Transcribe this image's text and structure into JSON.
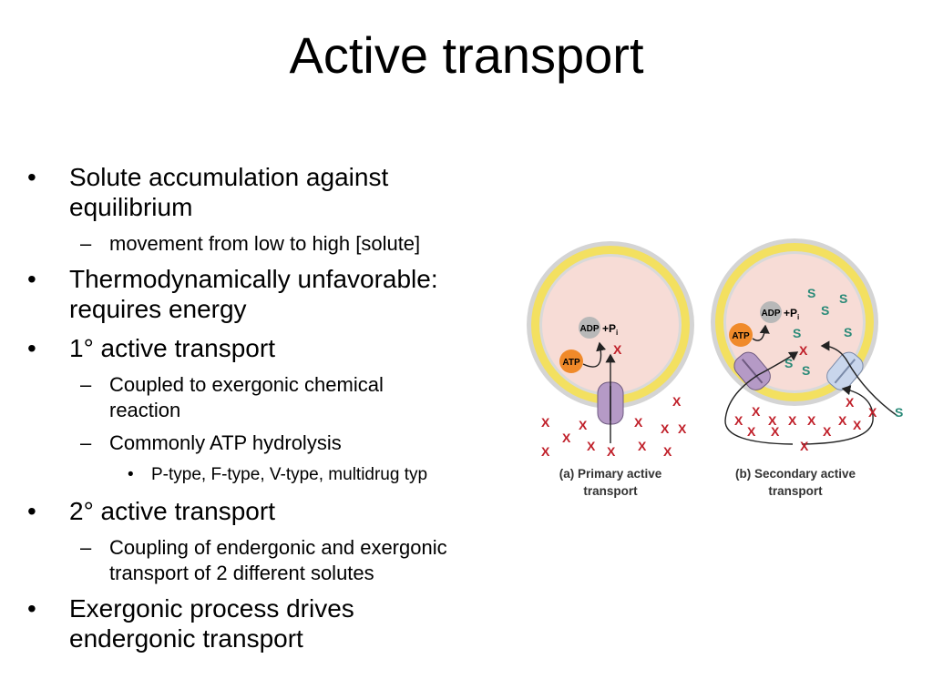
{
  "slide": {
    "title": "Active transport",
    "bullets": [
      {
        "level": 1,
        "text": "Solute accumulation against equilibrium",
        "lines": [
          "Solute accumulation against",
          "equilibrium"
        ]
      },
      {
        "level": 2,
        "text": "movement from low to high [solute]",
        "lines": [
          "movement from low to high [solute]"
        ]
      },
      {
        "level": 1,
        "text": "Thermodynamically unfavorable: requires energy",
        "lines": [
          "Thermodynamically unfavorable:",
          "requires energy"
        ]
      },
      {
        "level": 1,
        "text": "1° active transport",
        "lines": [
          "1° active transport"
        ]
      },
      {
        "level": 2,
        "text": "Coupled to exergonic chemical reaction",
        "lines": [
          "Coupled to exergonic chemical",
          "reaction"
        ]
      },
      {
        "level": 2,
        "text": "Commonly ATP hydrolysis",
        "lines": [
          "Commonly ATP hydrolysis"
        ]
      },
      {
        "level": 3,
        "text": "P-type, F-type, V-type, multidrug typ",
        "lines": [
          "P-type, F-type, V-type, multidrug typ"
        ]
      },
      {
        "level": 1,
        "text": "2° active transport",
        "lines": [
          "2° active transport"
        ]
      },
      {
        "level": 2,
        "text": "Coupling of endergonic and exergonic transport of 2 different solutes",
        "lines": [
          "Coupling of endergonic and exergonic",
          "transport of 2 different solutes"
        ]
      },
      {
        "level": 1,
        "text": "Exergonic process drives endergonic transport",
        "lines": [
          "Exergonic process drives",
          "endergonic transport"
        ]
      }
    ]
  },
  "figure": {
    "primary": {
      "adp_label": "ADP",
      "pi_label": "+P",
      "pi_subscript": "i",
      "atp_label": "ATP",
      "solute": "X",
      "caption_line1": "(a) Primary active",
      "caption_line2": "transport"
    },
    "secondary": {
      "adp_label": "ADP",
      "pi_label": "+P",
      "pi_subscript": "i",
      "atp_label": "ATP",
      "solute_x": "X",
      "solute_s": "S",
      "caption_line1": "(b) Secondary active",
      "caption_line2": "transport"
    },
    "colors": {
      "cell_fill": "#f7dcd6",
      "membrane_yellow": "#f3e060",
      "membrane_outer": "#c8c8c8",
      "x_red": "#c0202a",
      "s_teal": "#2a8a78",
      "atp_orange": "#f08a2a",
      "adp_gray": "#b8b8b8",
      "pump_purple": "#b59ac6",
      "transporter_blue": "#c9d6ec"
    }
  }
}
